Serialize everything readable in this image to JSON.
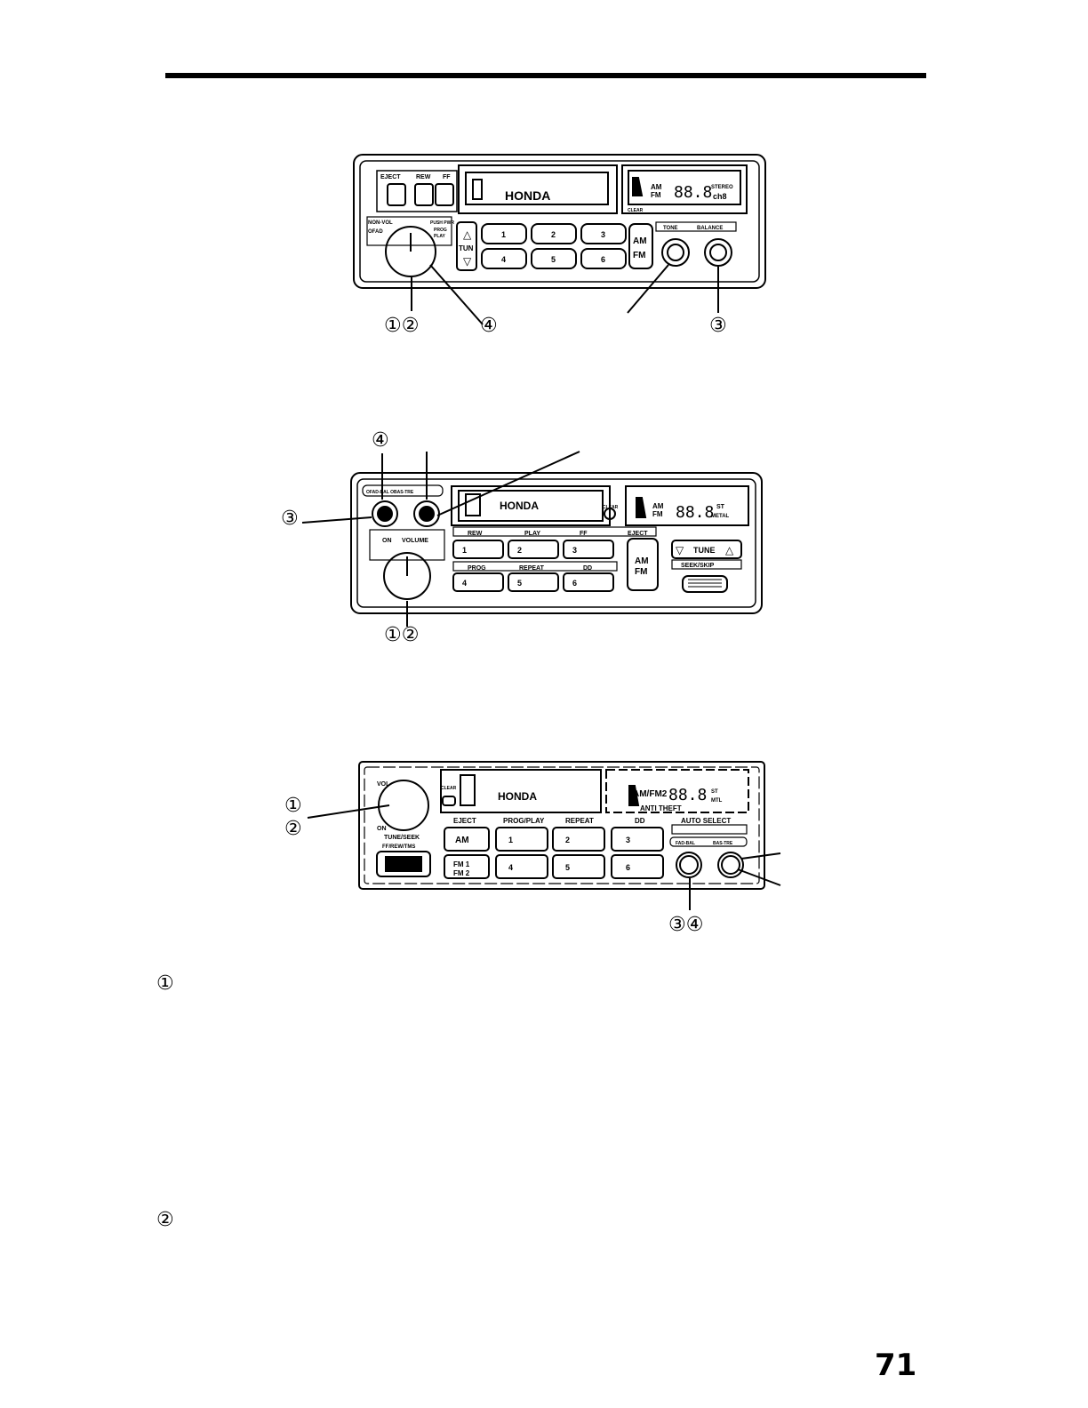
{
  "page_number": "71",
  "figure1": {
    "brand": "HONDA",
    "eject": "EJECT",
    "rew": "REW",
    "ff": "FF",
    "non_vol": "NON-VOL",
    "ofad": "OFAD",
    "push_pwr": "PUSH PWR",
    "prog": "PROG",
    "play": "PLAY",
    "tune": "TUN",
    "presets": [
      "1",
      "2",
      "3",
      "4",
      "5",
      "6"
    ],
    "am": "AM",
    "fm": "FM",
    "tone": "TONE",
    "balance": "BALANCE",
    "display_am": "AM",
    "display_fm": "FM",
    "display_digits": "88.8",
    "display_stereo": "STEREO",
    "display_ch": "ch8",
    "clear": "CLEAR",
    "callouts": [
      "①②",
      "④",
      "③"
    ]
  },
  "figure2": {
    "brand": "HONDA",
    "knob_label": "OFAD-BAL OBAS-TRE",
    "on": "ON",
    "volume": "VOLUME",
    "clear": "CLEAR",
    "display_am": "AM",
    "display_fm": "FM",
    "display_digits": "88.8",
    "display_st": "ST",
    "display_metal": "METAL",
    "rew": "REW",
    "play": "PLAY",
    "ff": "FF",
    "eject": "EJECT",
    "prog": "PROG",
    "repeat": "REPEAT",
    "dolby": "DD",
    "presets": [
      "1",
      "2",
      "3",
      "4",
      "5",
      "6"
    ],
    "am": "AM",
    "fm": "FM",
    "tune": "TUNE",
    "seek_skip": "SEEK/SKIP",
    "callouts": [
      "④",
      "③",
      "①②"
    ]
  },
  "figure3": {
    "brand": "HONDA",
    "vol": "VOL",
    "on": "ON",
    "tune_seek": "TUNE/SEEK",
    "ff_rew_tms": "FF/REW/TMS",
    "clear": "CLEAR",
    "auto_select": "AUTO SELECT",
    "display_band": "AM/FM2",
    "display_digits": "88.8",
    "display_st": "ST",
    "display_mtl": "MTL",
    "anti_theft": "ANTI THEFT",
    "eject": "EJECT",
    "prog_play": "PROG/PLAY",
    "repeat": "REPEAT",
    "dolby": "DD",
    "am": "AM",
    "fm1": "FM 1",
    "fm2": "FM 2",
    "fad_bal": "FAD-BAL",
    "bas_tre": "BAS-TRE",
    "presets": [
      "1",
      "2",
      "3",
      "4",
      "5",
      "6"
    ],
    "callouts": [
      "①",
      "②",
      "③④"
    ]
  },
  "notes": [
    "①",
    "②"
  ]
}
